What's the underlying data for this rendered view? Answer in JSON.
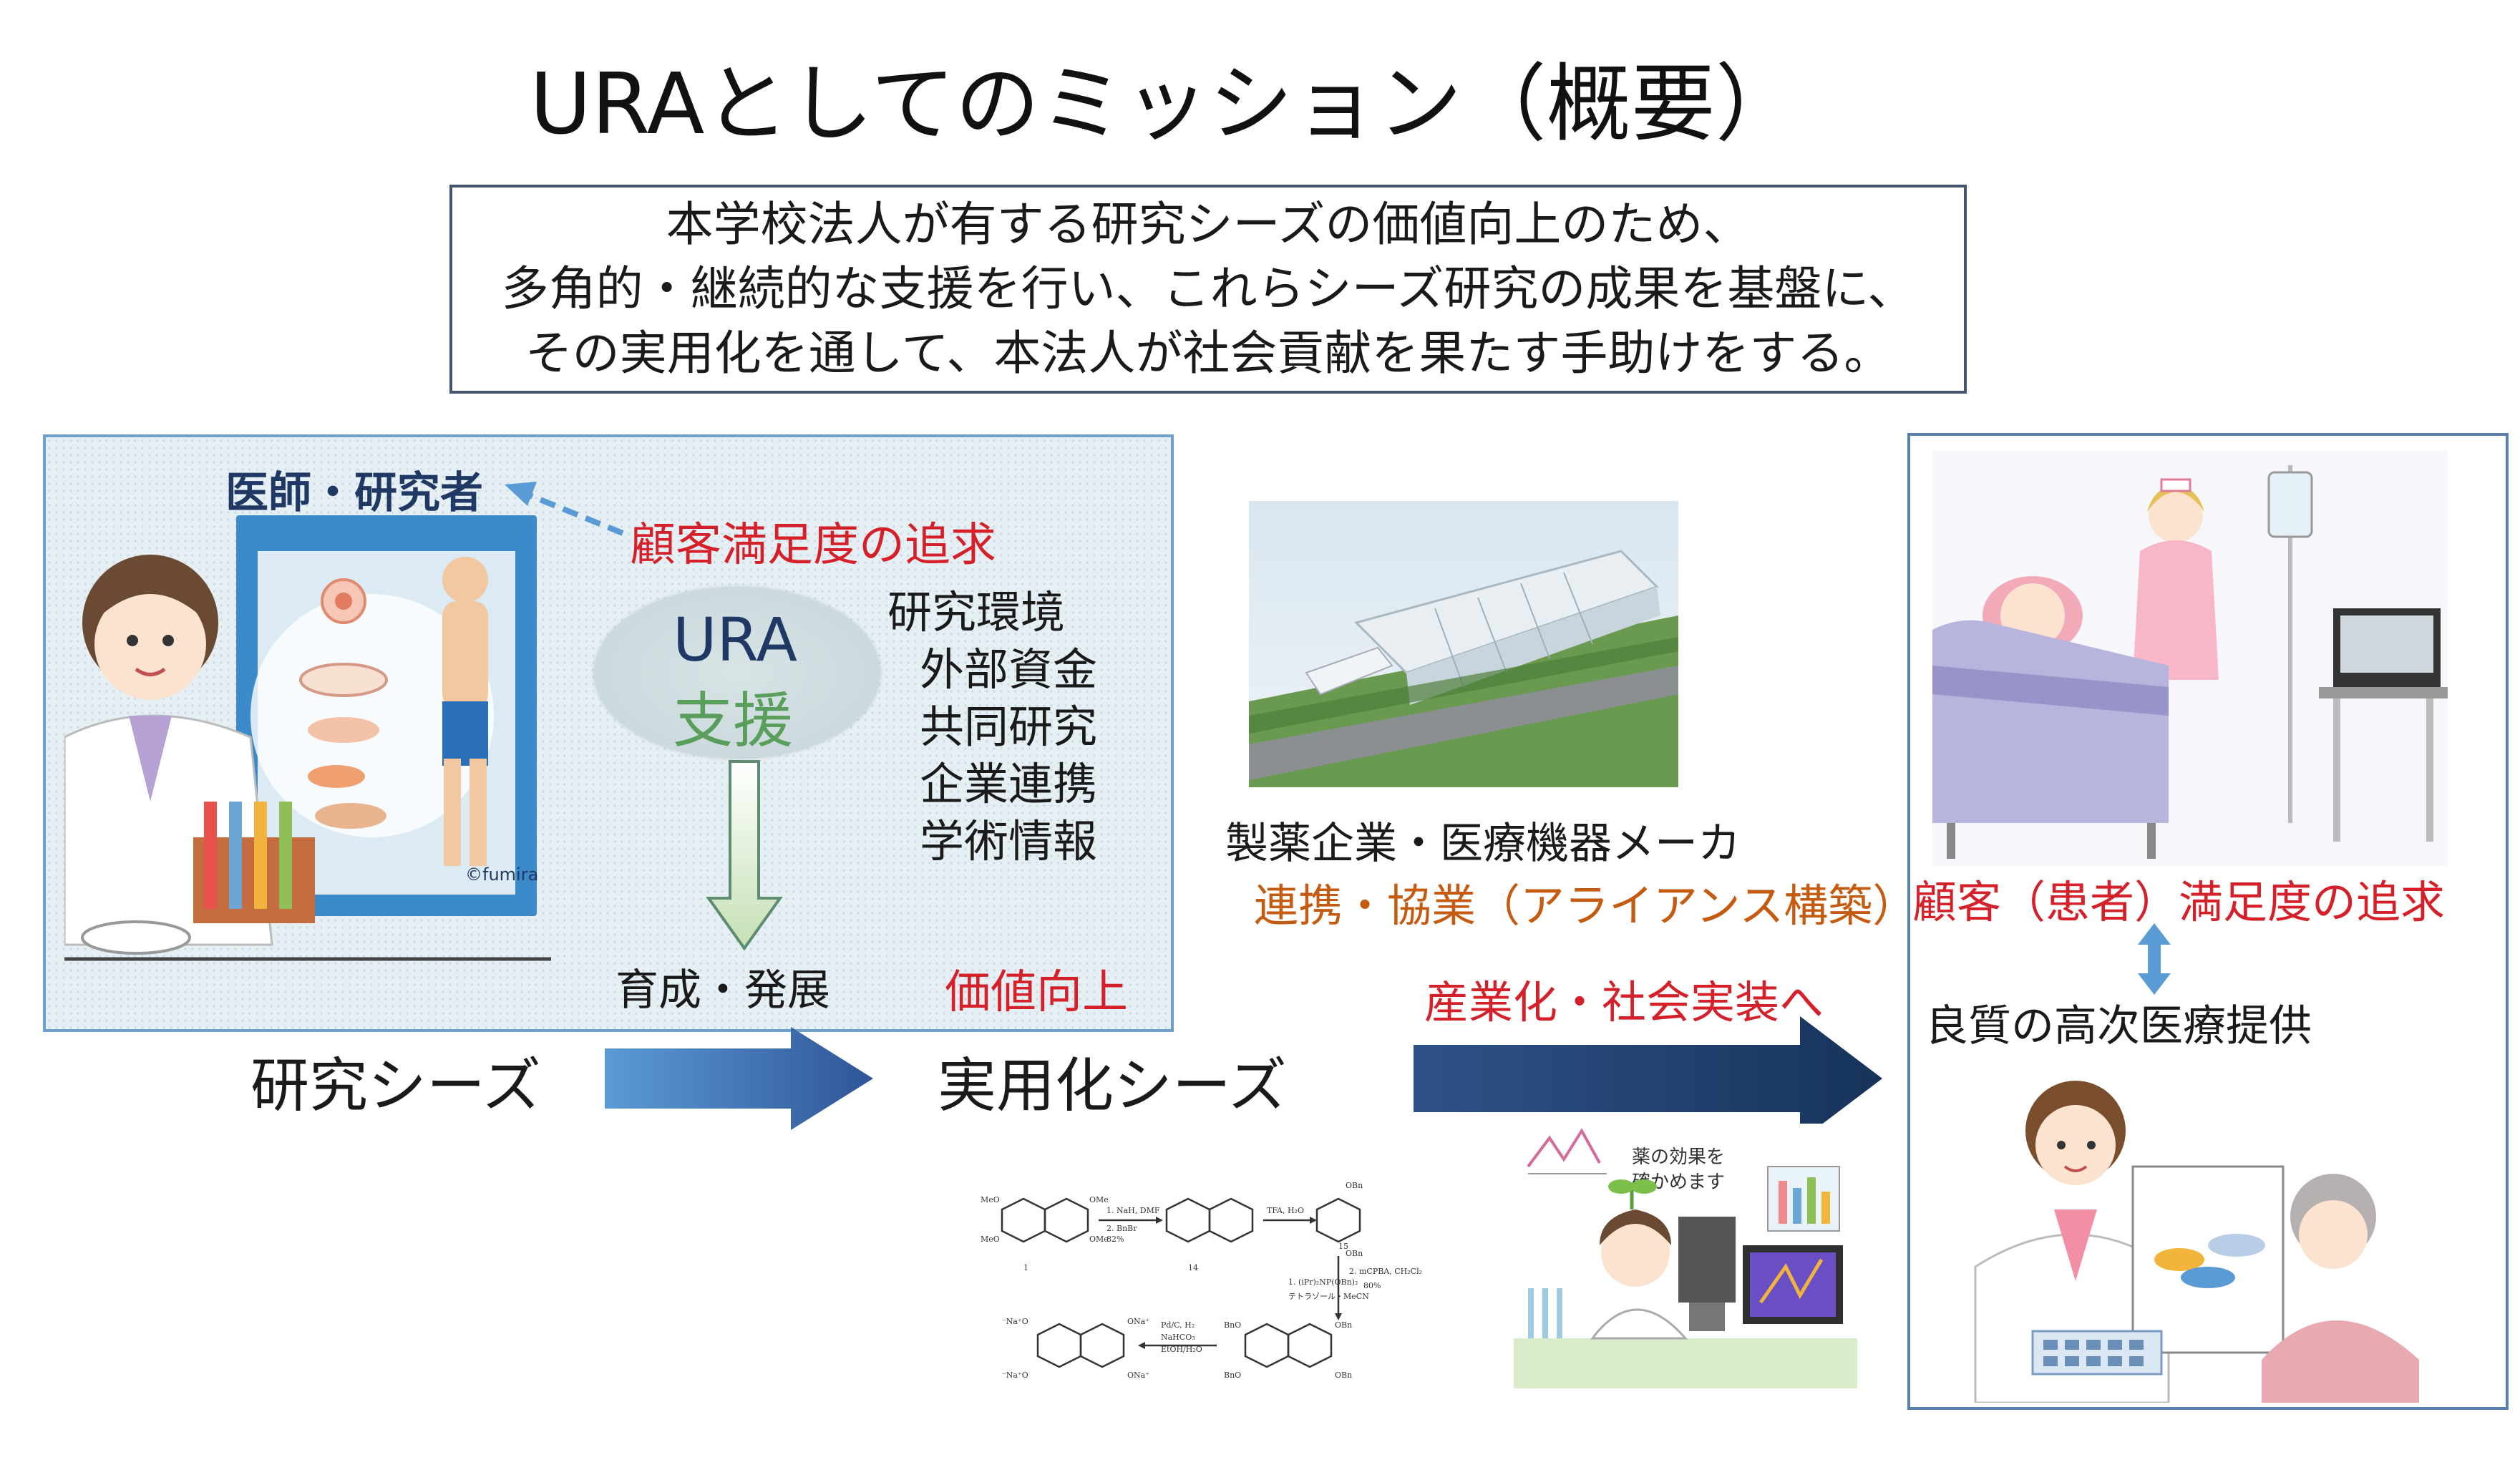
{
  "title": "URAとしてのミッション（概要）",
  "mission": {
    "lines": [
      "本学校法人が有する研究シーズの価値向上のため、",
      "多角的・継続的な支援を行い、これらシーズ研究の成果を基盤に、",
      "その実用化を通して、本法人が社会貢献を果たす手助けをする。"
    ]
  },
  "left_panel": {
    "researcher_label": "医師・研究者",
    "satisfaction_label": "顧客満足度の追求",
    "ura_line1": "URA",
    "ura_line2": "支援",
    "support_items": [
      "研究環境",
      "外部資金",
      "共同研究",
      "企業連携",
      "学術情報"
    ],
    "develop_label": "育成・発展",
    "value_label": "価値向上",
    "copyright_label": "©fumira"
  },
  "flow": {
    "research_seeds": "研究シーズ",
    "practical_seeds": "実用化シーズ",
    "industrialization": "産業化・社会実装へ"
  },
  "middle": {
    "company_label": "製薬企業・医療機器メーカ",
    "alliance_label": "連携・協業（アライアンス構築）",
    "lab_caption_line1": "薬の効果を",
    "lab_caption_line2": "確かめます"
  },
  "right_panel": {
    "patient_satisfaction": "顧客（患者）満足度の追求",
    "medical_care": "良質の高次医療提供"
  },
  "colors": {
    "accent_blue": "#1f3864",
    "red": "#d5202a",
    "orange": "#c55a11",
    "arrow_blue_light": "#5b9bd5",
    "arrow_blue_dark": "#1f3a63"
  }
}
